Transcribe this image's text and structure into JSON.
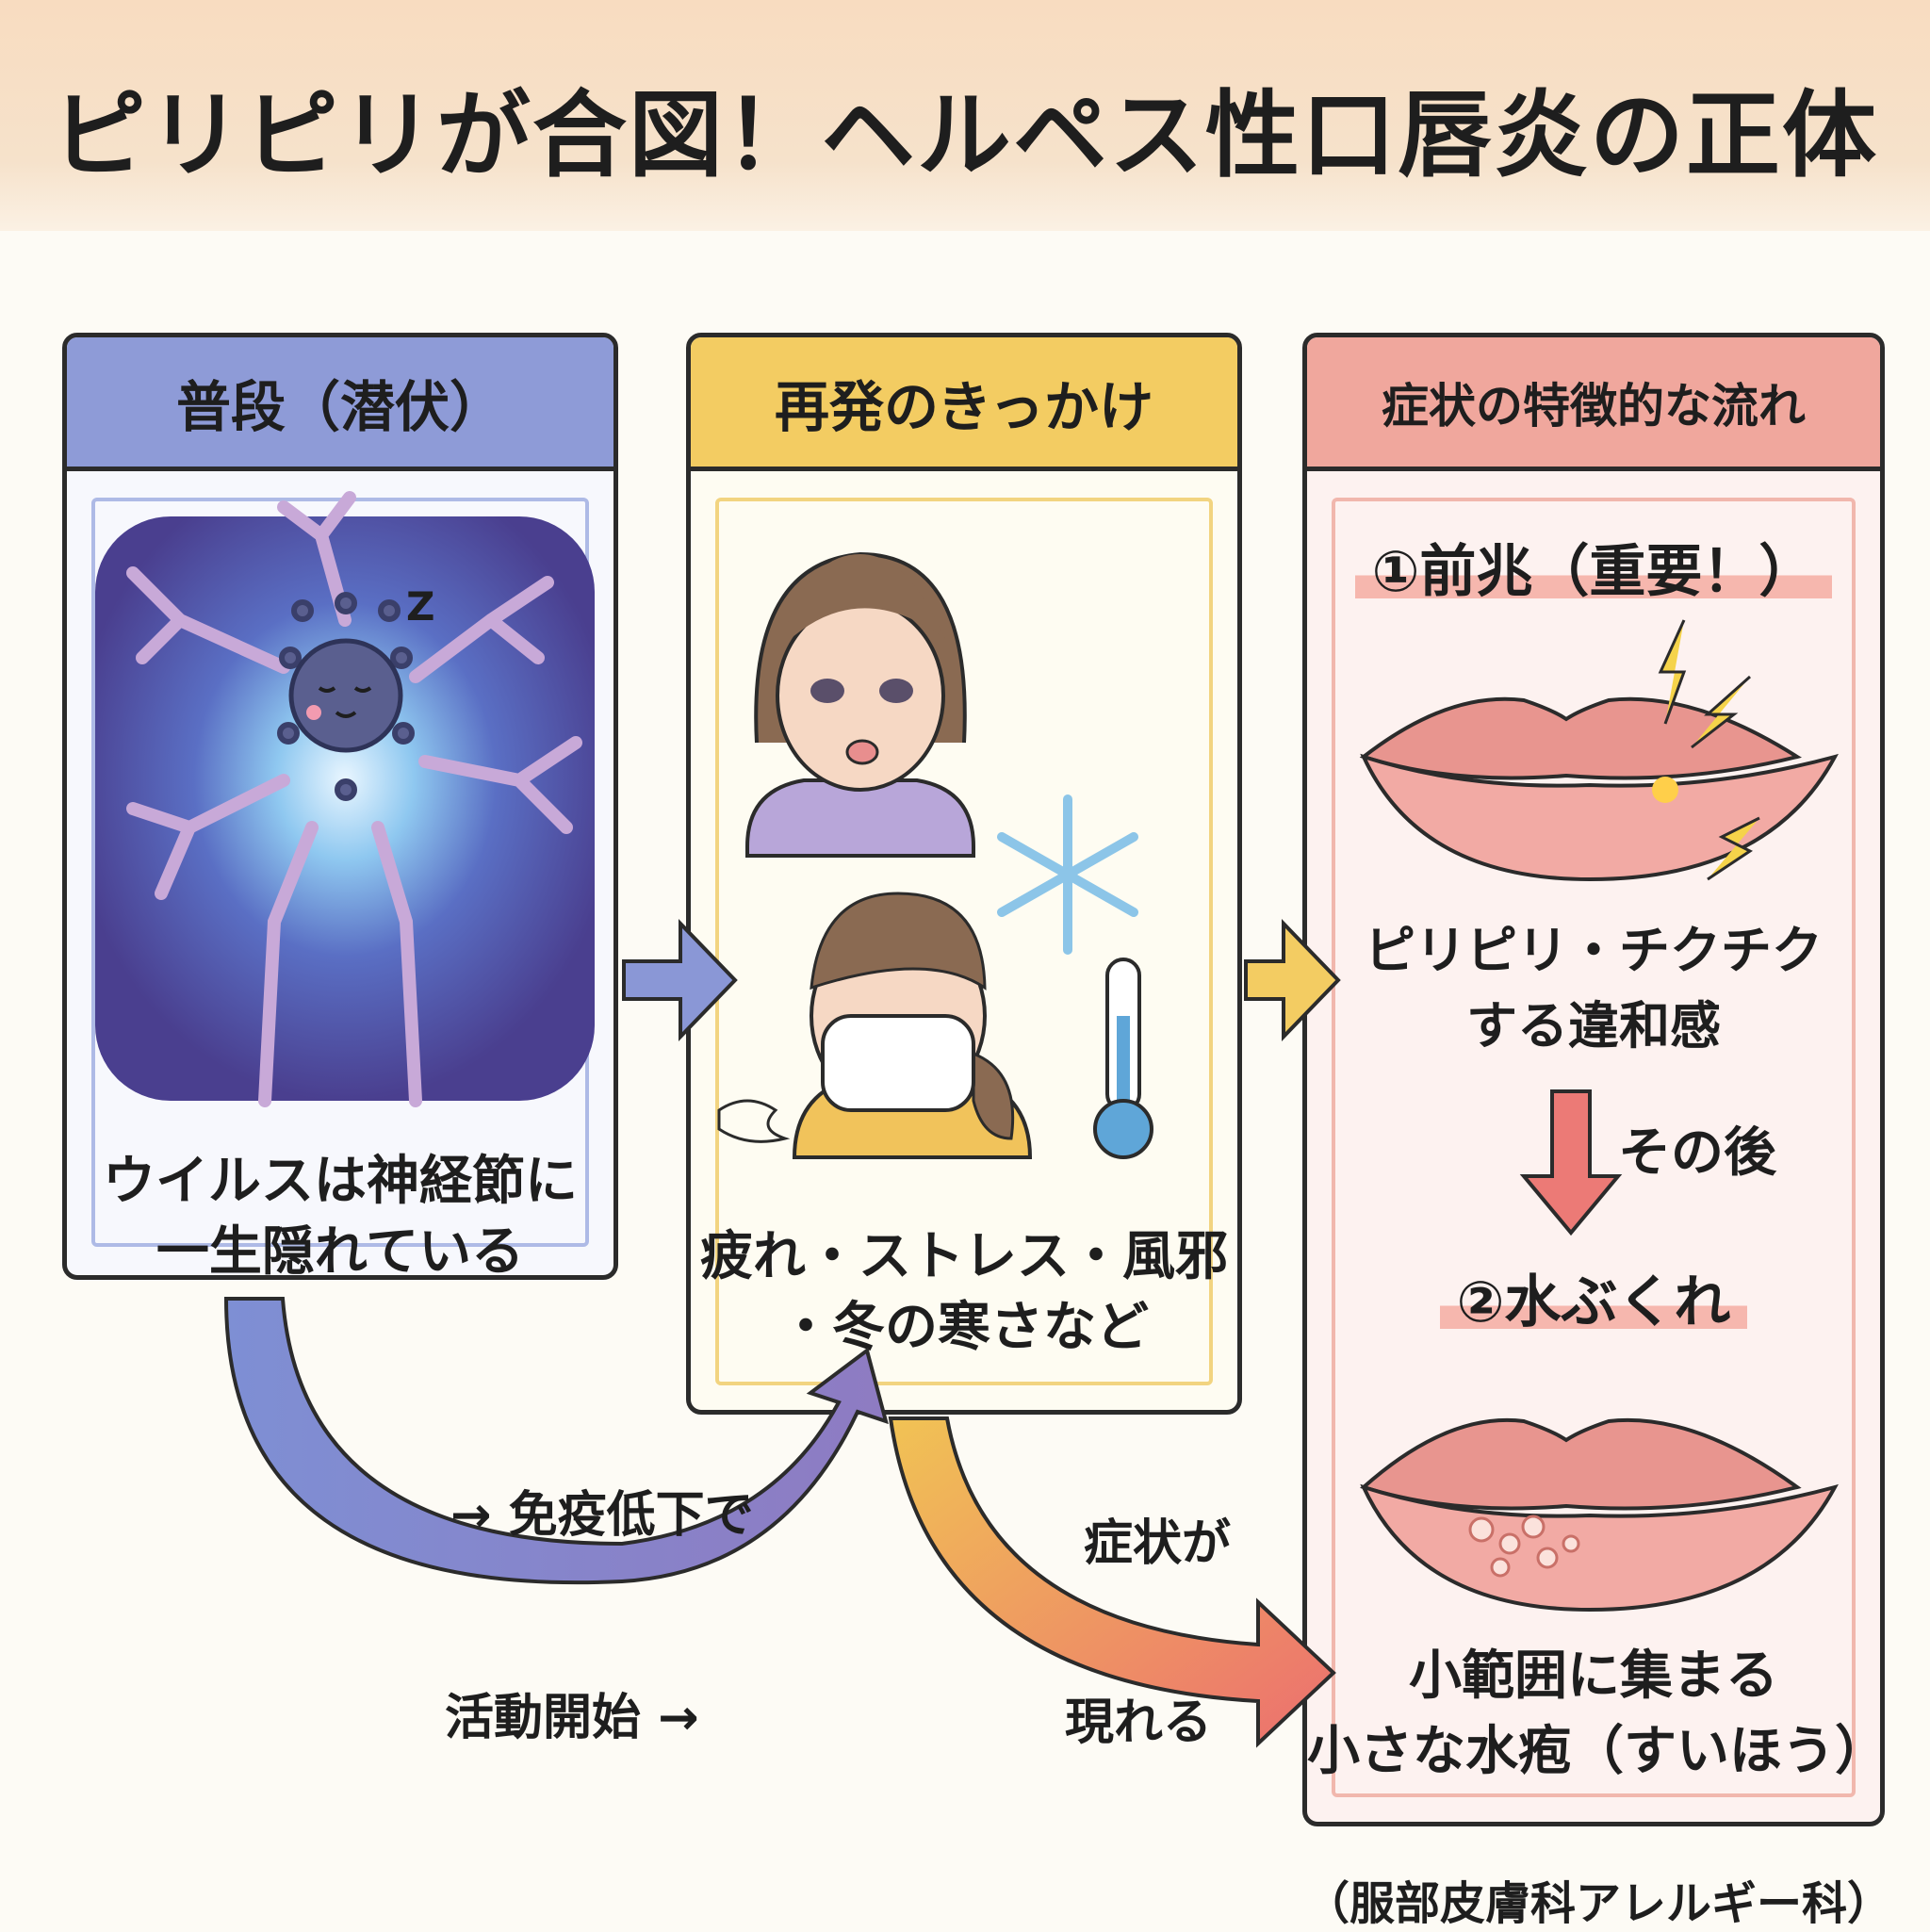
{
  "title": "ピリピリが合図！ヘルペス性口唇炎の正体",
  "panels": {
    "latent": {
      "header": "普段（潜伏）",
      "text_line1": "ウイルスは神経節に",
      "text_line2": "一生隠れている"
    },
    "trigger": {
      "header": "再発のきっかけ",
      "text_line1": "疲れ・ストレス・風邪",
      "text_line2": "・冬の寒さなど"
    },
    "symptoms": {
      "header": "症状の特徴的な流れ",
      "step1": "①前兆（重要！）",
      "step1_text_line1": "ピリピリ・チクチク",
      "step1_text_line2": "する違和感",
      "after": "その後",
      "step2": "②水ぶくれ",
      "step2_text_line1": "小範囲に集まる",
      "step2_text_line2": "小さな水疱（すいほう）"
    }
  },
  "arrows": {
    "immunity_label": "→ 免疫低下で",
    "activation_label": "活動開始 →",
    "appear_label_line1": "症状が",
    "appear_label_line2": "現れる"
  },
  "sleep_mark": "Z",
  "footer": "（服部皮膚科アレルギー科）",
  "colors": {
    "latent": "#8e9bd7",
    "trigger": "#f3cc62",
    "symptoms": "#f0a79d",
    "title_band": "#f8dcc0"
  }
}
